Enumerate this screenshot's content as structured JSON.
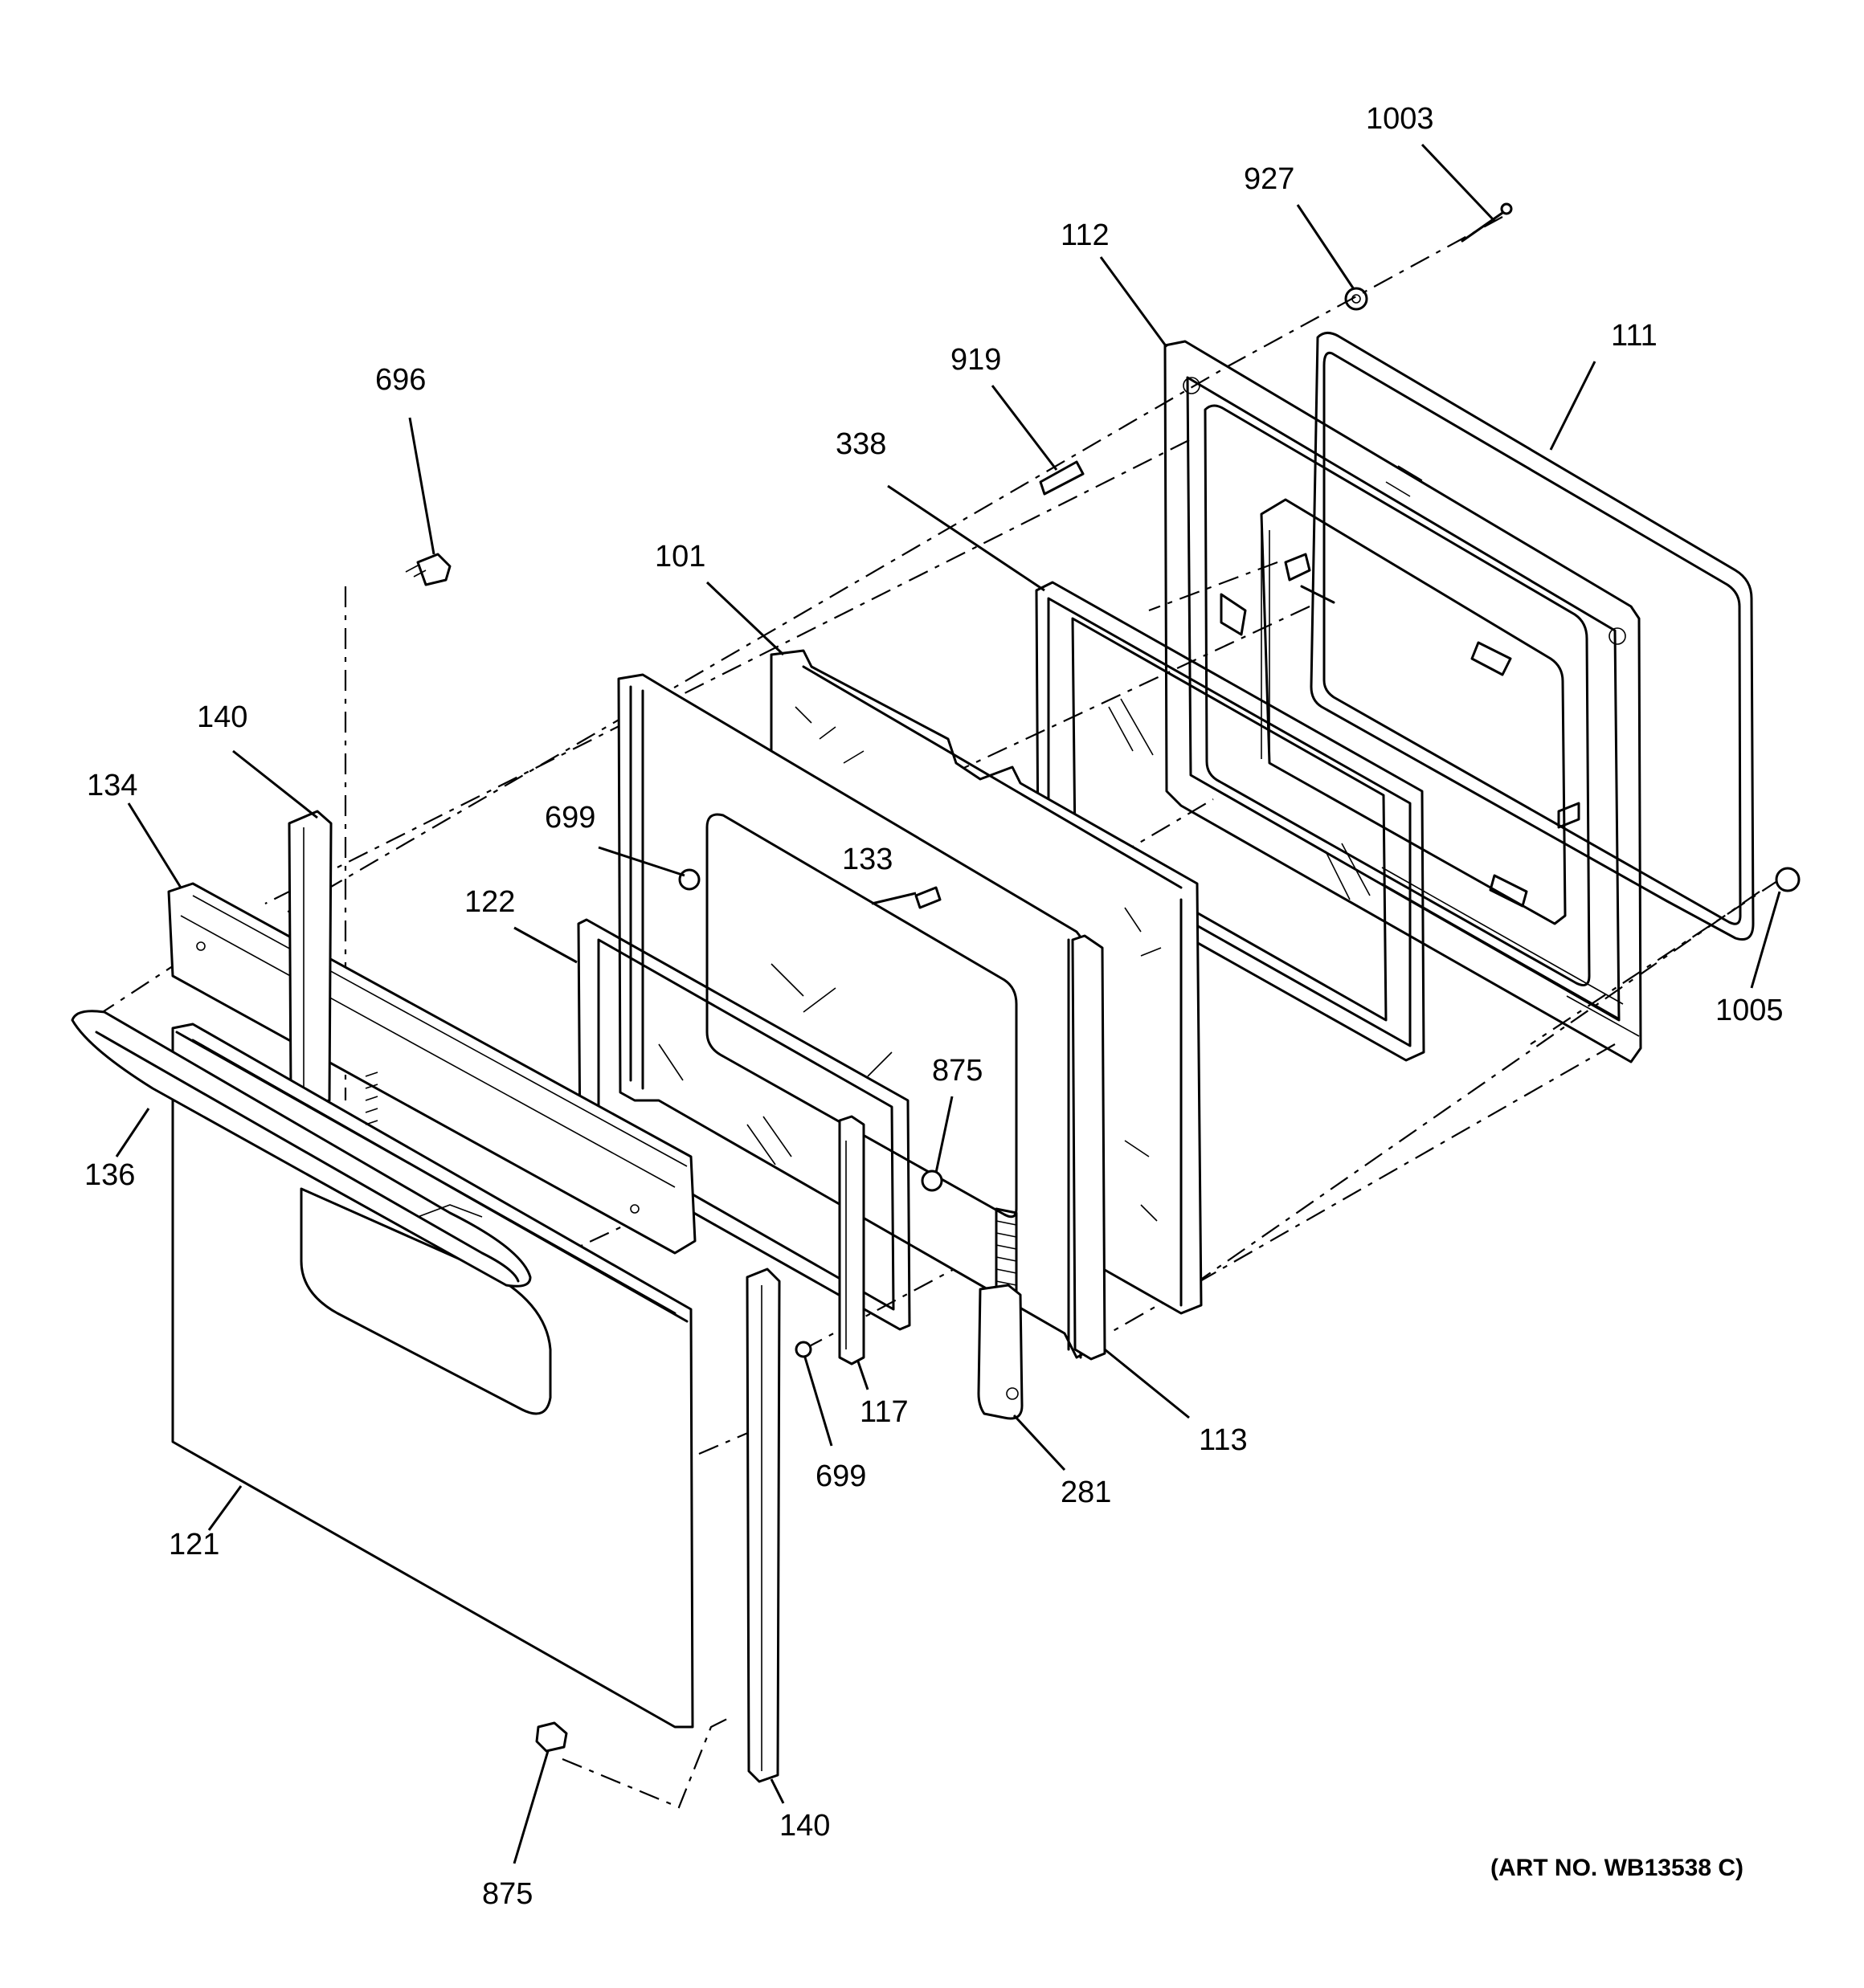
{
  "callouts": [
    {
      "id": "1003",
      "text": "1003"
    },
    {
      "id": "927",
      "text": "927"
    },
    {
      "id": "112",
      "text": "112"
    },
    {
      "id": "111",
      "text": "111"
    },
    {
      "id": "919",
      "text": "919"
    },
    {
      "id": "338",
      "text": "338"
    },
    {
      "id": "696",
      "text": "696"
    },
    {
      "id": "101",
      "text": "101"
    },
    {
      "id": "140a",
      "text": "140"
    },
    {
      "id": "134",
      "text": "134"
    },
    {
      "id": "699a",
      "text": "699"
    },
    {
      "id": "133",
      "text": "133"
    },
    {
      "id": "122",
      "text": "122"
    },
    {
      "id": "1005",
      "text": "1005"
    },
    {
      "id": "875a",
      "text": "875"
    },
    {
      "id": "136",
      "text": "136"
    },
    {
      "id": "117",
      "text": "117"
    },
    {
      "id": "113",
      "text": "113"
    },
    {
      "id": "699b",
      "text": "699"
    },
    {
      "id": "281",
      "text": "281"
    },
    {
      "id": "121",
      "text": "121"
    },
    {
      "id": "140b",
      "text": "140"
    },
    {
      "id": "875b",
      "text": "875"
    }
  ],
  "art_number": "(ART NO. WB13538 C)"
}
